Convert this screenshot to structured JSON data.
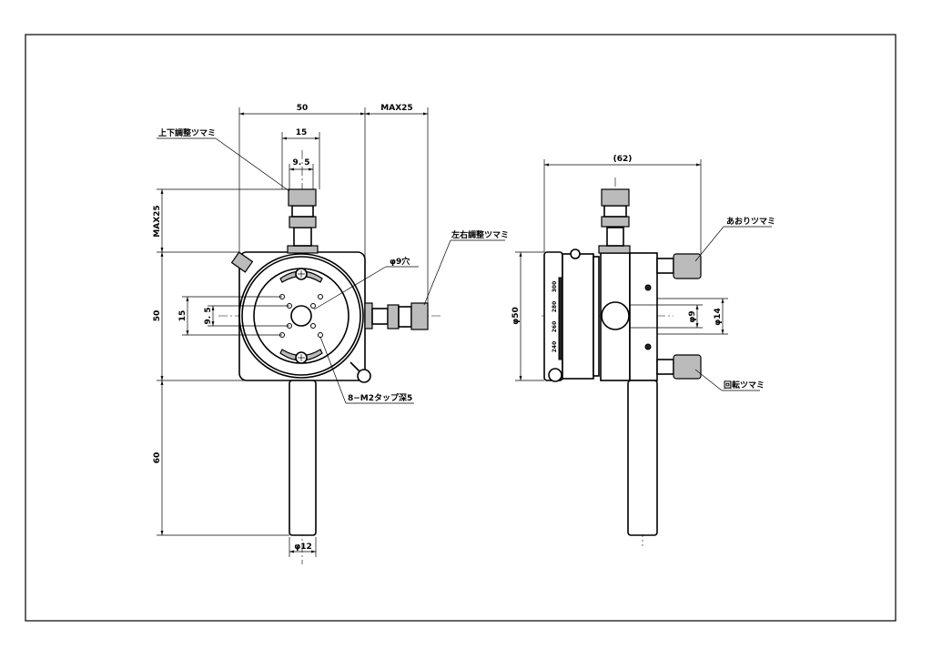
{
  "front_view": {
    "labels": {
      "vertical_knob": "上下調整ツマミ",
      "horizontal_knob": "左右調整ツマミ",
      "center_hole": "φ9穴",
      "tapped_holes": "8−M2タップ深5"
    },
    "dims": {
      "width": "50",
      "knob_max_h": "MAX25",
      "pitch_15": "15",
      "pitch_9_5": "9. 5",
      "knob_max_v": "MAX25",
      "height": "50",
      "v_pitch_15": "15",
      "v_pitch_9_5": "9. 5",
      "rod_length": "60",
      "rod_dia": "φ12"
    }
  },
  "side_view": {
    "labels": {
      "tilt_knob": "あおりツマミ",
      "rotation_knob": "回転ツマミ"
    },
    "dims": {
      "overall_width": "(62)",
      "disk_dia": "φ50",
      "bore_9": "φ9",
      "bore_14": "φ14"
    },
    "scale_marks": [
      "300",
      "280",
      "260",
      "240"
    ]
  }
}
